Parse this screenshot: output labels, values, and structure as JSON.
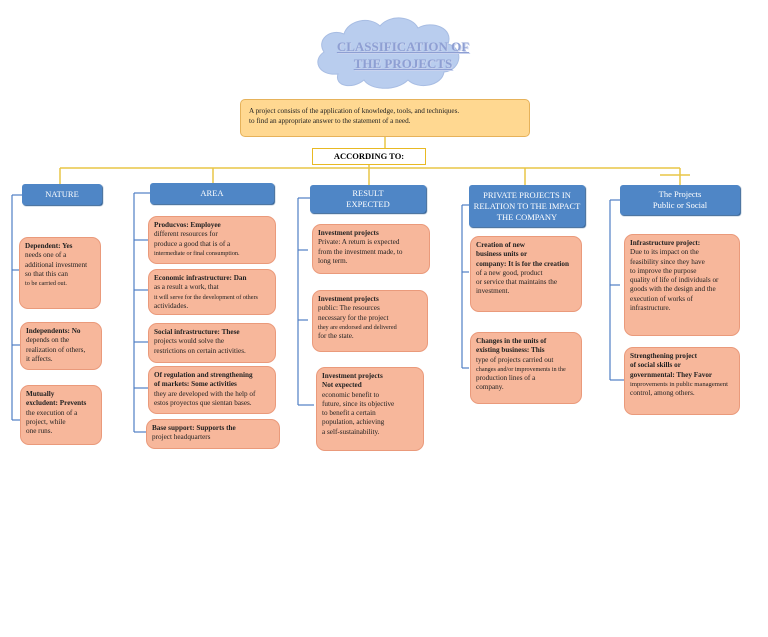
{
  "title": {
    "line1": "CLASSIFICATION OF",
    "line2": "THE PROJECTS"
  },
  "intro": {
    "line1": "A project consists of the application of knowledge, tools, and techniques.",
    "line2": "to find an appropriate answer to the statement of a need."
  },
  "according": "ACCORDING TO:",
  "columns": {
    "nature": {
      "heading": "NATURE",
      "items": [
        {
          "bold": "Dependent:",
          "bold_rest": " Yes",
          "lines": [
            "needs one of a",
            "additional investment",
            "so that this can"
          ],
          "small": "to be carried out."
        },
        {
          "bold": "Independents:",
          "bold_rest": " No",
          "lines": [
            "depends on the",
            "realization of others,",
            "it affects."
          ],
          "small": ""
        },
        {
          "bold": "Mutually",
          "bold_rest": "",
          "bold2": "excludent: Prevents",
          "lines": [
            "the execution of a",
            "project, while",
            "one runs."
          ],
          "small": ""
        }
      ]
    },
    "area": {
      "heading": "AREA",
      "items": [
        {
          "bold": "Producvos: Employee",
          "lines": [
            "different resources for",
            "produce a good that is of a"
          ],
          "small": "intermediate or final consumption."
        },
        {
          "bold": "Economic infrastructure: Dan",
          "lines": [
            "as a result a work, that"
          ],
          "small": "it will serve for the development of others",
          "lines2": [
            "actividades."
          ]
        },
        {
          "bold": "Social infrastructure: These",
          "lines": [
            "projects would solve the",
            "restrictions on certain activities."
          ],
          "small": ""
        },
        {
          "bold": "Of regulation and strengthening",
          "bold2": "of markets: Some activities",
          "lines": [
            "they are developed with the help of",
            "estos proyectos que sientan bases."
          ],
          "small": ""
        },
        {
          "bold": "Base support: Supports the",
          "lines": [
            "project headquarters"
          ],
          "small": ""
        }
      ]
    },
    "result": {
      "heading_line1": "RESULT",
      "heading_line2": "EXPECTED",
      "items": [
        {
          "bold": "Investment projects",
          "lines": [
            "Private: A return is expected",
            "from the investment made, to",
            "long term."
          ],
          "small": ""
        },
        {
          "bold": "Investment projects",
          "lines": [
            "public: The resources",
            "necessary for the project"
          ],
          "small": "they are endorsed and delivered",
          "lines2": [
            "for the state."
          ]
        },
        {
          "bold": "Investment projects",
          "bold2": "Not expected",
          "lines": [
            "economic benefit to",
            "future, since its objective",
            "to benefit a certain",
            "population, achieving",
            "a self-sustainability."
          ],
          "small": ""
        }
      ]
    },
    "private": {
      "heading_line1": "PRIVATE PROJECTS IN",
      "heading_line2": "RELATION TO THE IMPACT",
      "heading_line3": "THE COMPANY",
      "items": [
        {
          "bold": "Creation of new",
          "bold2": "business units or",
          "bold3": "company: It is for the creation",
          "lines": [
            "of a new good, product",
            "or service that maintains the",
            "investment."
          ],
          "small": ""
        },
        {
          "bold": "Changes in the units of",
          "bold2": "existing business: This",
          "lines": [
            "type of projects carried out"
          ],
          "small": "changes and/or improvements in the",
          "lines2": [
            "production lines of a",
            "company."
          ]
        }
      ]
    },
    "public": {
      "heading_line1": "The Projects",
      "heading_line2": "Public or Social",
      "items": [
        {
          "bold": "Infrastructure project:",
          "lines": [
            "Due to its impact on the",
            "feasibility since they have",
            "to improve the purpose",
            "quality of life of individuals or",
            "goods with the design and the",
            "execution of works of",
            "infrastructure."
          ],
          "small": ""
        },
        {
          "bold": "Strengthening project",
          "bold2": "of social skills or",
          "bold3": "governmental: They Favor",
          "lines": [
            "improvements in public management",
            "control, among others."
          ],
          "small": ""
        }
      ]
    }
  },
  "colors": {
    "heading_blue": "#4f86c6",
    "box_salmon": "#f7b79b",
    "intro_orange": "#ffd891",
    "title_blue": "#8e9fd3",
    "connector_yellow": "#e8c547",
    "connector_blue": "#4f7ec4"
  }
}
